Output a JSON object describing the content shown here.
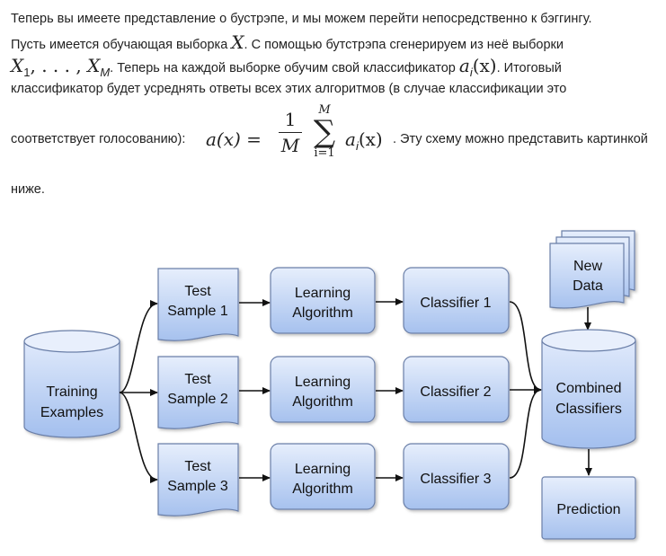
{
  "paragraph": {
    "line1": "Теперь вы имеете представление о бустрэпе, и мы можем перейти непосредственно к бэггингу.",
    "line2_a": "Пусть имеется обучающая выборка",
    "line2_var": "X",
    "line2_b": ". С помощью бутстрэпа сгенерируем из неё выборки",
    "line3_x1": "X",
    "line3_x1_sub": "1",
    "line3_dots": ", . . . , ",
    "line3_xm": "X",
    "line3_xm_sub": "M",
    "line3_b": ". Теперь на каждой выборке обучим свой классификатор",
    "line3_a": "a",
    "line3_a_sub": "i",
    "line3_arg": "(x)",
    "line3_c": ". Итоговый",
    "line4": "классификатор будет усреднять ответы всех этих алгоритмов (в случае классификации это",
    "line5_a": "соответствует голосованию):",
    "formula_lhs": "a(x) =",
    "formula_num": "1",
    "formula_den": "M",
    "formula_sum_upper": "M",
    "formula_sum_lower": "i=1",
    "formula_rhs": "a",
    "formula_rhs_sub": "i",
    "formula_rhs_arg": "(x)",
    "line5_b": ". Эту схему можно представить картинкой",
    "line6": "ниже."
  },
  "diagram": {
    "training": [
      "Training",
      "Examples"
    ],
    "samples": [
      [
        "Test",
        "Sample 1"
      ],
      [
        "Test",
        "Sample 2"
      ],
      [
        "Test",
        "Sample 3"
      ]
    ],
    "algorithms": [
      [
        "Learning",
        "Algorithm"
      ],
      [
        "Learning",
        "Algorithm"
      ],
      [
        "Learning",
        "Algorithm"
      ]
    ],
    "classifiers": [
      "Classifier 1",
      "Classifier 2",
      "Classifier 3"
    ],
    "new_data": [
      "New",
      "Data"
    ],
    "combined": [
      "Combined",
      "Classifiers"
    ],
    "prediction": "Prediction",
    "colors": {
      "box_top": "#e3ecfb",
      "box_bottom": "#a9c3ef",
      "stroke": "#6b7fa8",
      "arrow": "#111111"
    }
  }
}
